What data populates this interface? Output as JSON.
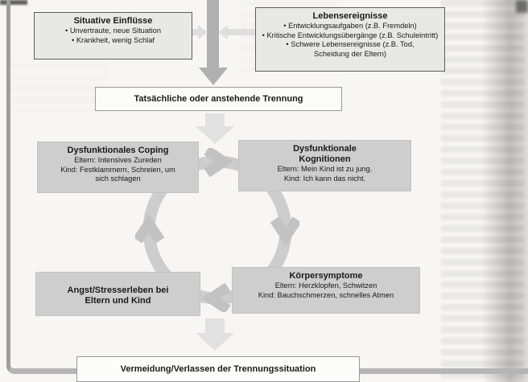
{
  "figure": {
    "top_left_box": {
      "title": "Situative Einflüsse",
      "items": [
        "Unvertraute, neue Situation",
        "Krankheit, wenig Schlaf"
      ]
    },
    "top_right_box": {
      "title": "Lebensereignisse",
      "items": [
        "Entwicklungsaufgaben (z.B. Fremdeln)",
        "Kritische Entwicklungsübergänge (z.B. Schuleintritt)",
        "Schwere Lebensereignisse (z.B. Tod, Scheidung der Eltern)"
      ]
    },
    "trigger_box": {
      "title": "Tatsächliche oder anstehende Trennung"
    },
    "cycle": {
      "direction": "clockwise",
      "coping_box": {
        "title": "Dysfunktionales Coping",
        "lines": [
          "Eltern: Intensives Zureden",
          "Kind: Festklammern, Schreien, um sich schlagen"
        ]
      },
      "kognitionen_box": {
        "title": "Dysfunktionale Kognitionen",
        "lines": [
          "Eltern: Mein Kind ist zu jung.",
          "Kind: Ich kann das nicht."
        ]
      },
      "koerpersymptome_box": {
        "title": "Körpersymptome",
        "lines": [
          "Eltern: Herzklopfen, Schwitzen",
          "Kind: Bauchschmerzen, schnelles Atmen"
        ]
      },
      "angst_box": {
        "title": "Angst/Stresserleben bei Eltern und Kind"
      }
    },
    "bottom_box": {
      "title": "Vermeidung/Verlassen der Trennungssituation"
    },
    "icons": {
      "arrow_down_dark": "arrow-down-icon",
      "arrow_right_light": "arrow-right-icon",
      "arrow_left_light": "arrow-left-icon",
      "cycle_arrows": "circular-clockwise-arrows-icon"
    },
    "colors": {
      "gray_box_fill": "#e8e8e7",
      "cycle_box_fill": "#cecece",
      "white_box_fill": "#fcfcfb",
      "dark_arrow": "#b0b0b0",
      "light_arrow": "#e1e1e1",
      "ring": "#cdcdcd",
      "loop_line": "#b5b5b5"
    }
  }
}
